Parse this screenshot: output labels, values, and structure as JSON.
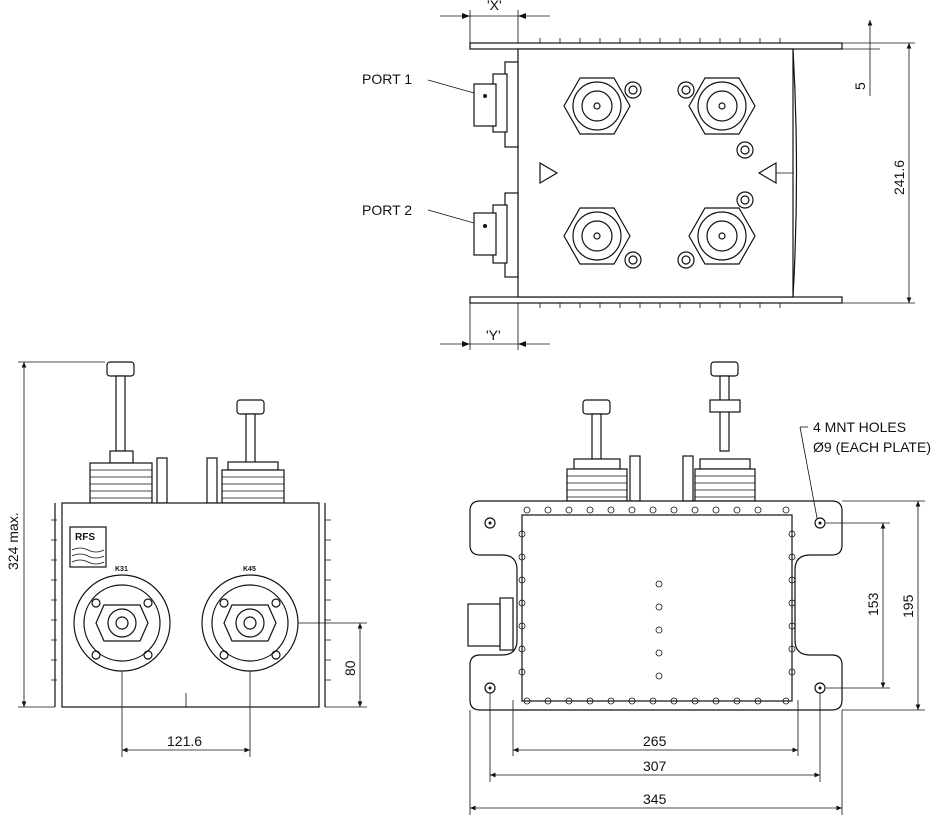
{
  "labels": {
    "port1": "PORT 1",
    "port2": "PORT 2",
    "dim_x": "'X'",
    "dim_y": "'Y'",
    "dim_5": "5",
    "dim_241": "241.6",
    "dim_324": "324 max.",
    "dim_80": "80",
    "dim_121": "121.6",
    "mnt_holes_1": "4 MNT HOLES",
    "mnt_holes_2": "Ø9 (EACH PLATE)",
    "dim_153": "153",
    "dim_195": "195",
    "dim_265": "265",
    "dim_307": "307",
    "dim_345": "345",
    "logo": "RFS",
    "knob_left": "K31",
    "knob_right": "K45"
  }
}
